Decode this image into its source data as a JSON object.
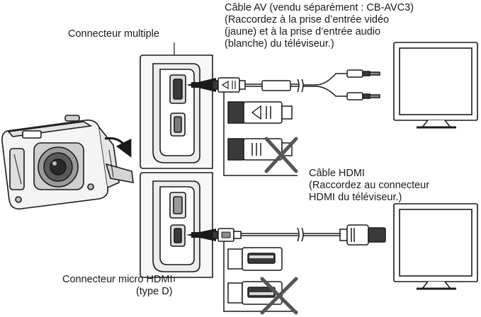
{
  "labels": {
    "multi_connector": "Connecteur multiple",
    "av_cable": "Câble AV (vendu séparément : CB-AVC3)\n(Raccordez à la prise d’entrée vidéo\n(jaune) et à la prise d’entrée audio\n(blanche) du téléviseur.)",
    "hdmi_cable": "Câble HDMI\n(Raccordez au connecteur\nHDMI du téléviseur.)",
    "micro_hdmi_connector": "Connecteur micro HDMI\n(type D)"
  },
  "icons": {
    "camera": "camera-icon",
    "tv_top": "tv-icon",
    "tv_bottom": "tv-icon",
    "wrong_mark": "cross-icon",
    "insert_arrow": "arrow-icon",
    "open_cover_arrow": "curved-arrow-icon"
  },
  "colors": {
    "line": "#1a1a1a",
    "fill_dark": "#3a3a3a",
    "fill_mid": "#8c8c8c",
    "fill_light": "#d9d9d9",
    "cross": "#555555"
  }
}
